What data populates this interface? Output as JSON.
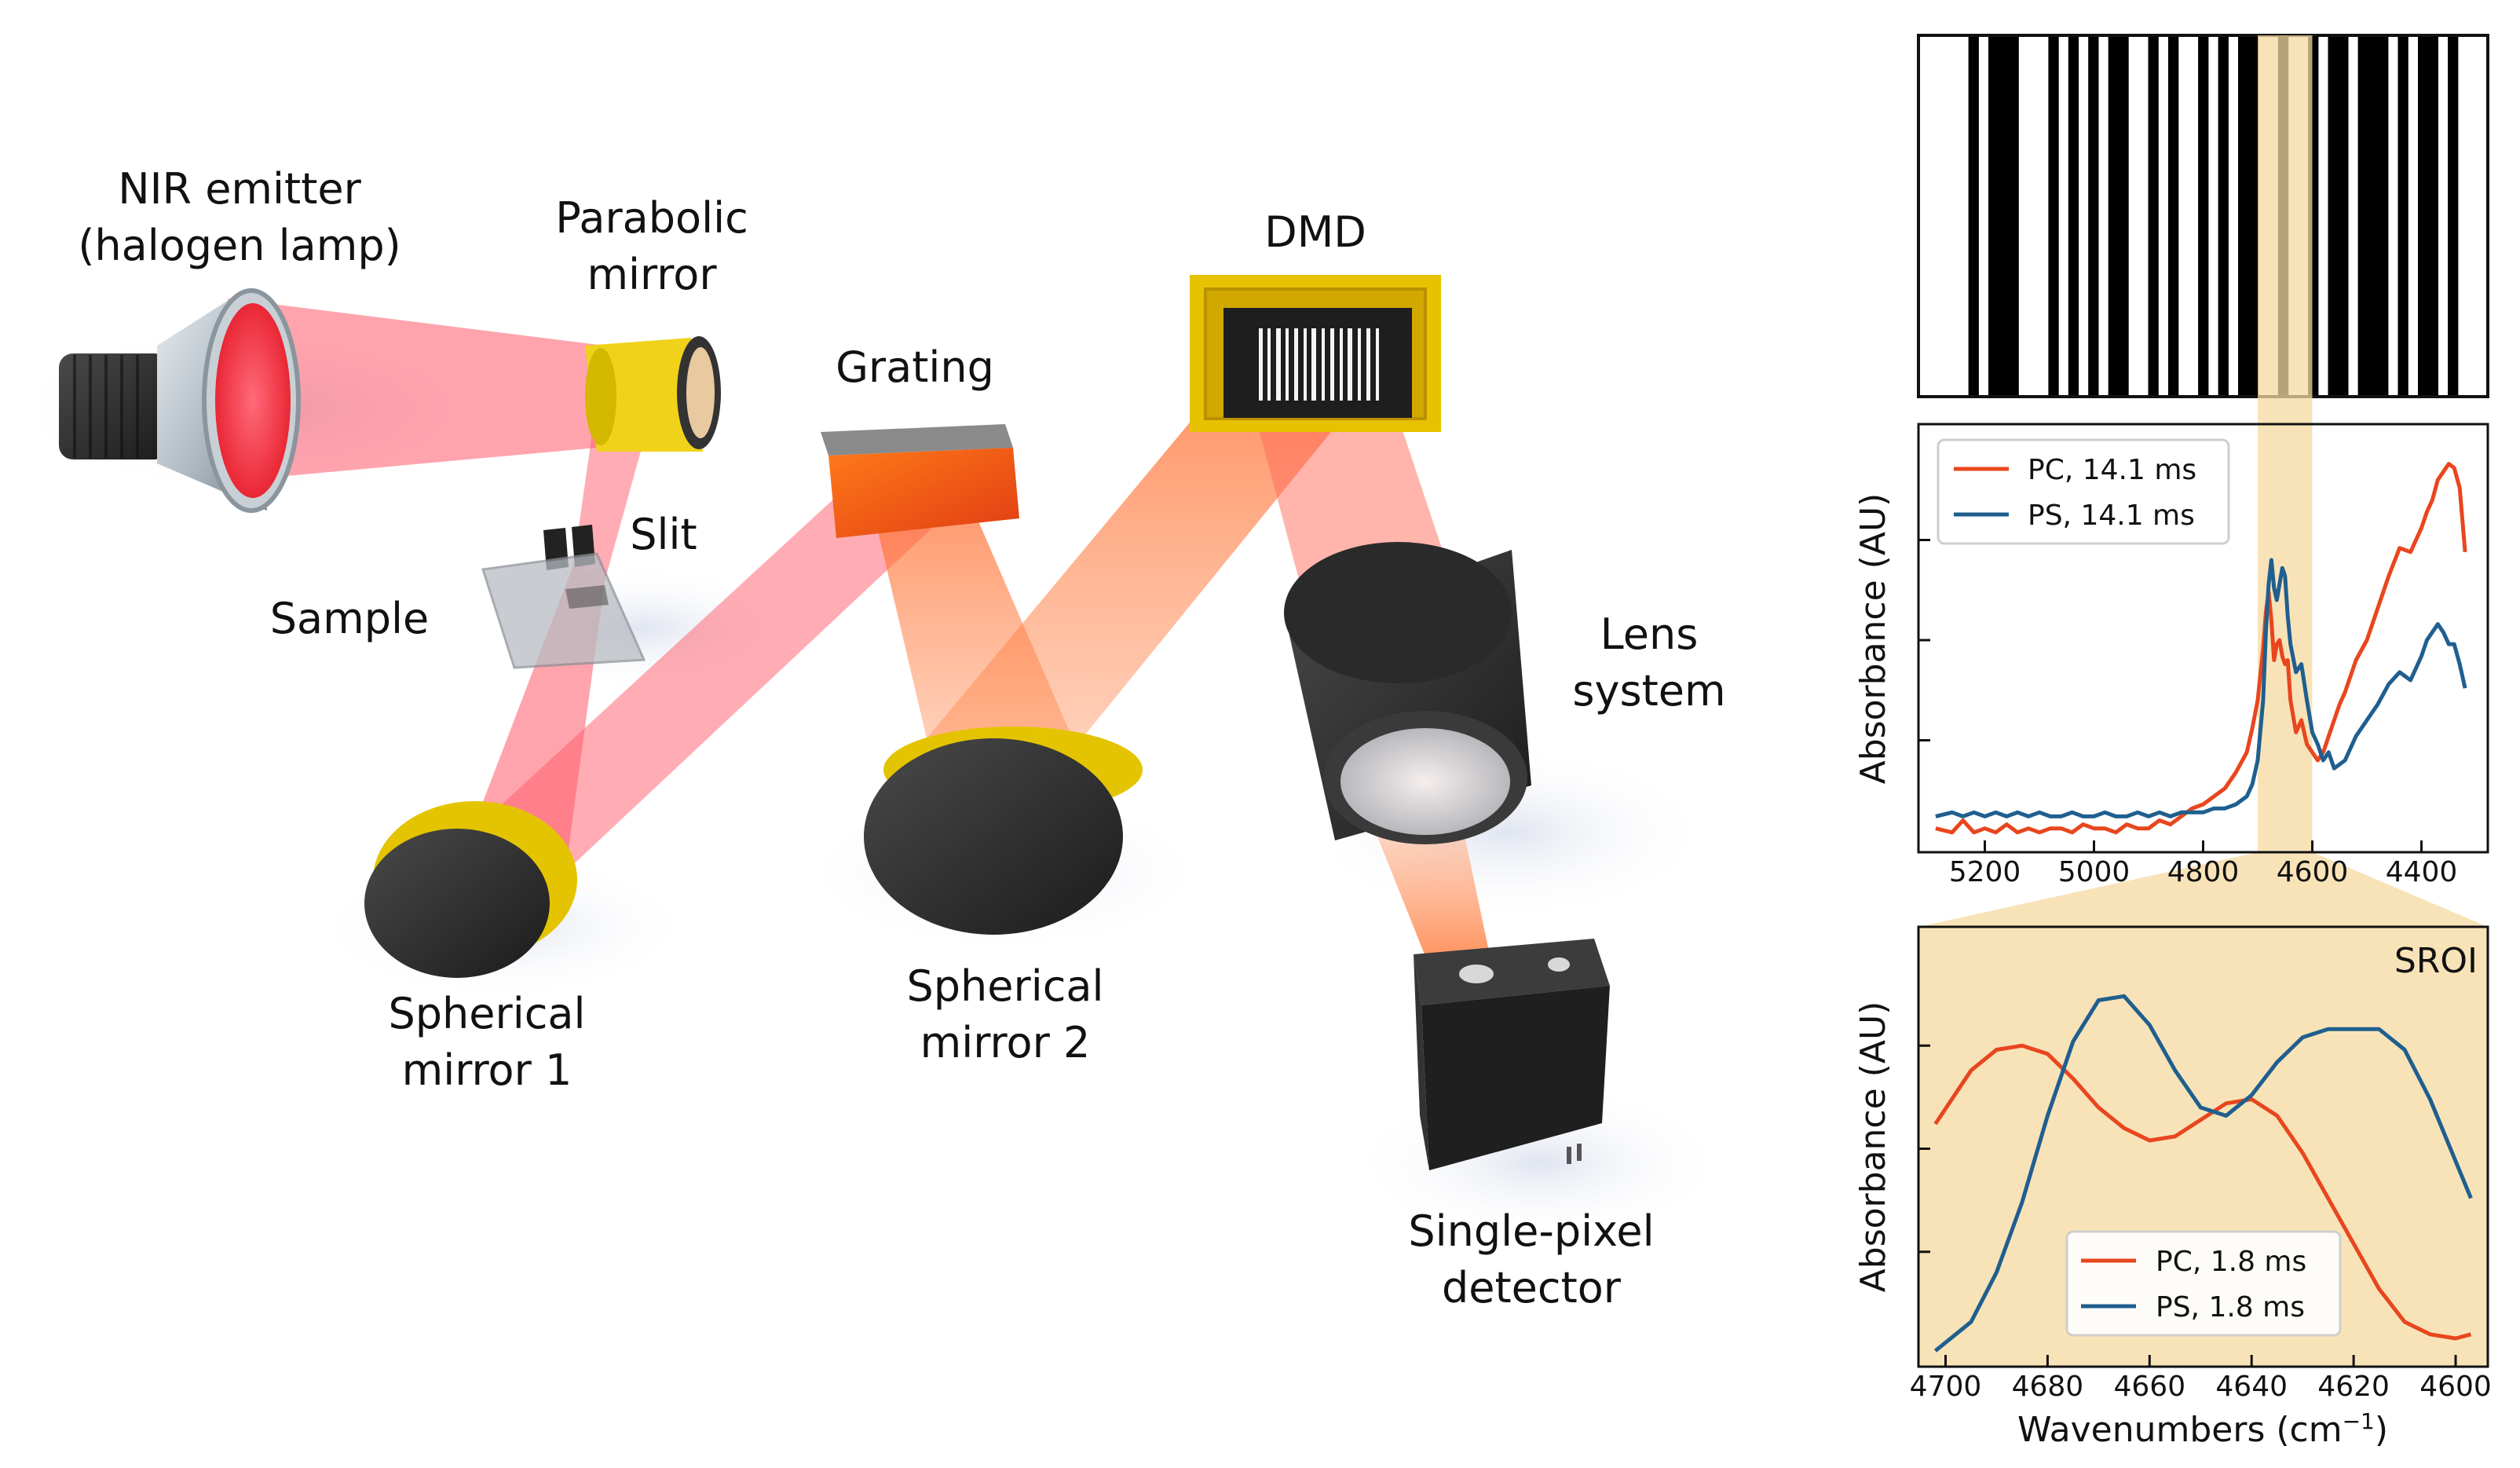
{
  "labels": {
    "nir_emitter": [
      "NIR emitter",
      "(halogen lamp)"
    ],
    "parabolic_mirror": [
      "Parabolic",
      "mirror"
    ],
    "grating": "Grating",
    "dmd": "DMD",
    "slit": "Slit",
    "sample": "Sample",
    "lens_system": [
      "Lens",
      "system"
    ],
    "spherical_mirror_1": [
      "Spherical",
      "mirror 1"
    ],
    "spherical_mirror_2": [
      "Spherical",
      "mirror 2"
    ],
    "single_pixel_detector": [
      "Single-pixel",
      "detector"
    ]
  },
  "colors": {
    "pc": "#e8461e",
    "ps": "#1f5f8f",
    "beam": "#ff5a6a",
    "highlight": "#f5d9a0",
    "mirror_gold": "#e8c400",
    "dark_body": "#2b2b2b"
  },
  "barcode_pattern": [
    0,
    0,
    0,
    0,
    0,
    1,
    0,
    1,
    1,
    1,
    0,
    0,
    0,
    1,
    0,
    1,
    0,
    1,
    0,
    1,
    1,
    0,
    0,
    1,
    0,
    1,
    0,
    0,
    1,
    0,
    1,
    0,
    1,
    1,
    0,
    0,
    1,
    0,
    0,
    1,
    0,
    1,
    1,
    0,
    1,
    1,
    1,
    0,
    1,
    0,
    1,
    1,
    0,
    1,
    0,
    0,
    0
  ],
  "chart_data": [
    {
      "type": "line",
      "title": "",
      "xlabel": "",
      "ylabel": "Absorbance (AU)",
      "x_ticks": [
        5200,
        5000,
        4800,
        4600,
        4400
      ],
      "xlim": [
        5300,
        4300
      ],
      "ylim": [
        0,
        1
      ],
      "legend_position": "top-left",
      "highlight_range": [
        4700,
        4600
      ],
      "series": [
        {
          "name": "PC, 14.1 ms",
          "x": [
            5290,
            5260,
            5240,
            5220,
            5200,
            5180,
            5160,
            5140,
            5120,
            5100,
            5080,
            5060,
            5040,
            5020,
            5000,
            4980,
            4960,
            4940,
            4920,
            4900,
            4880,
            4860,
            4840,
            4820,
            4800,
            4780,
            4760,
            4740,
            4720,
            4710,
            4700,
            4690,
            4685,
            4680,
            4675,
            4670,
            4665,
            4660,
            4655,
            4650,
            4645,
            4640,
            4630,
            4620,
            4610,
            4600,
            4590,
            4580,
            4570,
            4560,
            4550,
            4540,
            4520,
            4500,
            4480,
            4460,
            4440,
            4420,
            4400,
            4390,
            4380,
            4370,
            4360,
            4350,
            4340,
            4330,
            4320
          ],
          "y": [
            0.03,
            0.02,
            0.05,
            0.02,
            0.03,
            0.02,
            0.04,
            0.02,
            0.03,
            0.02,
            0.03,
            0.03,
            0.02,
            0.04,
            0.03,
            0.03,
            0.02,
            0.04,
            0.03,
            0.03,
            0.05,
            0.04,
            0.06,
            0.08,
            0.09,
            0.11,
            0.13,
            0.17,
            0.22,
            0.28,
            0.35,
            0.48,
            0.57,
            0.62,
            0.55,
            0.45,
            0.49,
            0.5,
            0.46,
            0.44,
            0.45,
            0.35,
            0.27,
            0.3,
            0.24,
            0.22,
            0.2,
            0.22,
            0.26,
            0.3,
            0.34,
            0.37,
            0.45,
            0.5,
            0.58,
            0.66,
            0.73,
            0.72,
            0.78,
            0.82,
            0.85,
            0.9,
            0.92,
            0.94,
            0.93,
            0.88,
            0.72
          ]
        },
        {
          "name": "PS, 14.1 ms",
          "x": [
            5290,
            5260,
            5240,
            5220,
            5200,
            5180,
            5160,
            5140,
            5120,
            5100,
            5080,
            5060,
            5040,
            5020,
            5000,
            4980,
            4960,
            4940,
            4920,
            4900,
            4880,
            4860,
            4840,
            4820,
            4800,
            4780,
            4760,
            4740,
            4720,
            4710,
            4700,
            4690,
            4685,
            4680,
            4675,
            4670,
            4665,
            4660,
            4655,
            4650,
            4645,
            4640,
            4630,
            4620,
            4610,
            4600,
            4590,
            4580,
            4570,
            4560,
            4550,
            4540,
            4520,
            4500,
            4480,
            4460,
            4440,
            4420,
            4400,
            4390,
            4380,
            4370,
            4360,
            4350,
            4340,
            4330,
            4320
          ],
          "y": [
            0.06,
            0.07,
            0.06,
            0.07,
            0.06,
            0.07,
            0.06,
            0.07,
            0.06,
            0.07,
            0.06,
            0.06,
            0.07,
            0.06,
            0.06,
            0.07,
            0.06,
            0.06,
            0.07,
            0.06,
            0.07,
            0.06,
            0.07,
            0.07,
            0.07,
            0.08,
            0.08,
            0.09,
            0.11,
            0.14,
            0.2,
            0.35,
            0.52,
            0.64,
            0.7,
            0.63,
            0.6,
            0.64,
            0.68,
            0.66,
            0.56,
            0.49,
            0.42,
            0.44,
            0.35,
            0.27,
            0.24,
            0.2,
            0.22,
            0.18,
            0.19,
            0.2,
            0.26,
            0.3,
            0.34,
            0.39,
            0.42,
            0.4,
            0.46,
            0.5,
            0.52,
            0.54,
            0.52,
            0.49,
            0.49,
            0.44,
            0.38
          ]
        }
      ]
    },
    {
      "type": "line",
      "title": "SROI",
      "xlabel": "Wavenumbers (cm",
      "xlabel_sup": "−1",
      "xlabel_end": ")",
      "ylabel": "Absorbance (AU)",
      "x_ticks": [
        4700,
        4680,
        4660,
        4640,
        4620,
        4600
      ],
      "xlim": [
        4703,
        4596
      ],
      "ylim": [
        0,
        1
      ],
      "legend_position": "bottom-center",
      "series": [
        {
          "name": "PC, 1.8 ms",
          "x": [
            4702,
            4695,
            4690,
            4685,
            4680,
            4675,
            4670,
            4665,
            4660,
            4655,
            4650,
            4645,
            4640,
            4635,
            4630,
            4625,
            4620,
            4615,
            4610,
            4605,
            4600,
            4597
          ],
          "y": [
            0.56,
            0.69,
            0.74,
            0.75,
            0.73,
            0.67,
            0.6,
            0.55,
            0.52,
            0.53,
            0.57,
            0.61,
            0.62,
            0.58,
            0.49,
            0.38,
            0.27,
            0.16,
            0.08,
            0.05,
            0.04,
            0.05
          ]
        },
        {
          "name": "PS, 1.8 ms",
          "x": [
            4702,
            4695,
            4690,
            4685,
            4680,
            4675,
            4670,
            4665,
            4660,
            4655,
            4650,
            4645,
            4640,
            4635,
            4630,
            4625,
            4620,
            4615,
            4610,
            4605,
            4600,
            4597
          ],
          "y": [
            0.01,
            0.08,
            0.2,
            0.37,
            0.58,
            0.76,
            0.86,
            0.87,
            0.8,
            0.69,
            0.6,
            0.58,
            0.63,
            0.71,
            0.77,
            0.79,
            0.79,
            0.79,
            0.74,
            0.62,
            0.47,
            0.38
          ]
        }
      ]
    }
  ]
}
